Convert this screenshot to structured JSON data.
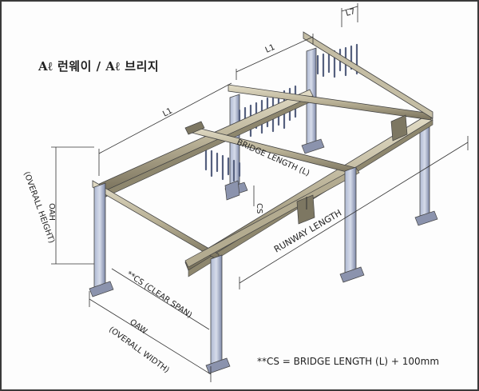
{
  "heading": "Aℓ 런웨이 / Aℓ 브리지",
  "labels": {
    "l7": "L7",
    "l1_top": "L1",
    "l1_left": "L1",
    "bridge_length": "BRIDGE LENGTH (L)",
    "cs_small": "CS",
    "oah": "OAH",
    "overall_height": "(OVERALL HEIGHT)",
    "clear_span": "**CS (CLEAR SPAN)",
    "oaw": "OAW",
    "overall_width": "(OVERALL WIDTH)",
    "runway_length": "RUNWAY LENGTH"
  },
  "formula": "**CS = BRIDGE LENGTH (L) + 100mm",
  "colors": {
    "steel_light": "#c9d0e2",
    "steel_mid": "#9aa6c4",
    "steel_dark": "#5f6a8a",
    "rail_light": "#d8d2bc",
    "rail_mid": "#a59d82",
    "rail_dark": "#6d6752",
    "line": "#333333"
  }
}
